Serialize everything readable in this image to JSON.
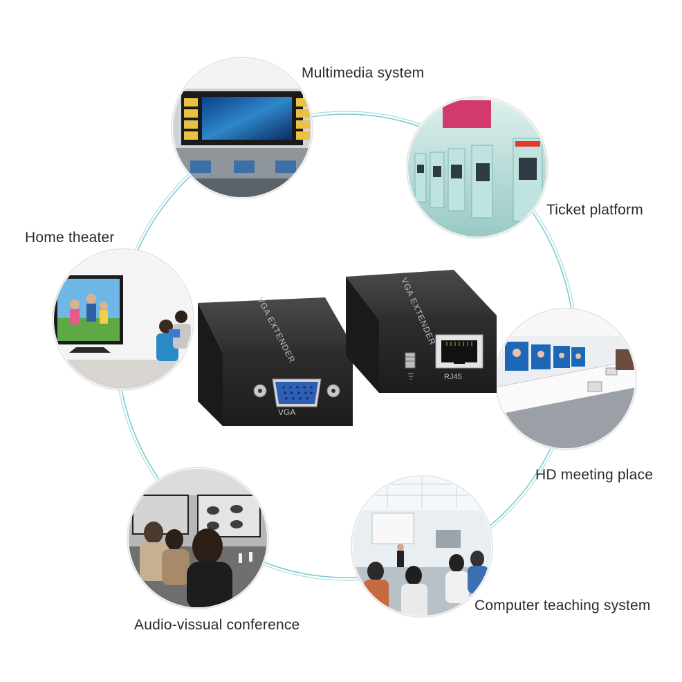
{
  "applications": [
    {
      "id": "multimedia",
      "label": "Multimedia system",
      "icon": "video-wall-icon"
    },
    {
      "id": "ticket",
      "label": "Ticket platform",
      "icon": "ticket-machine-icon"
    },
    {
      "id": "home",
      "label": "Home theater",
      "icon": "home-theater-icon"
    },
    {
      "id": "hd",
      "label": "HD meeting place",
      "icon": "meeting-room-icon"
    },
    {
      "id": "audio",
      "label": "Audio-vissual conference",
      "icon": "conference-icon"
    },
    {
      "id": "teaching",
      "label": "Computer teaching system",
      "icon": "classroom-icon"
    }
  ],
  "devices": {
    "transmitter": {
      "top_text": "VGA EXTENDER",
      "port_label": "VGA"
    },
    "receiver": {
      "top_text": "VGA EXTENDER",
      "port_label": "RJ45"
    }
  },
  "colors": {
    "ring": "#7ec9cf",
    "device_body": "#2b2b2b",
    "device_top": "#3a3a3a",
    "vga_port": "#2f5fb5"
  }
}
